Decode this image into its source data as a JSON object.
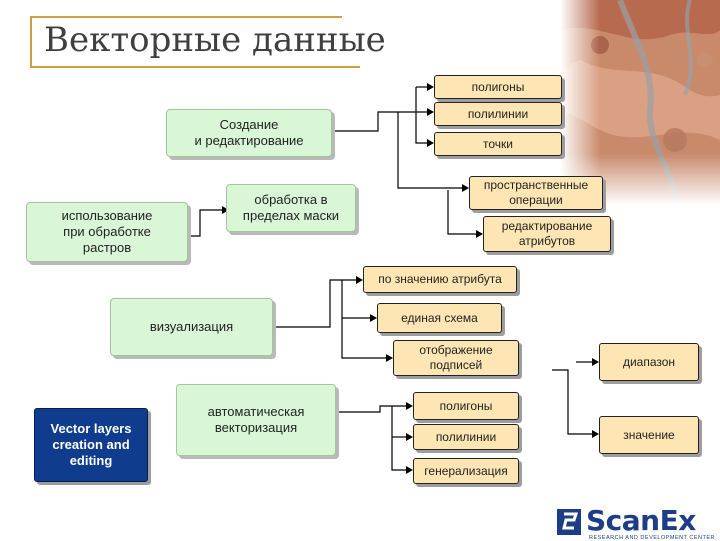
{
  "title": "Векторные данные",
  "nodes": {
    "creation": "Создание\nи редактирование",
    "raster_use": "использование\nпри обработке\nрастров",
    "mask": "обработка в\nпределах маски",
    "visualization": "визуализация",
    "vectorization": "автоматическая\nвекторизация",
    "vector_layers": "Vector layers\ncreation and\nediting",
    "polygons": "полигоны",
    "polylines": "полилинии",
    "points": "точки",
    "spatial_ops": "пространственные\nоперации",
    "attr_edit": "редактирование\nатрибутов",
    "by_attr_value": "по значению атрибута",
    "single_scheme": "единая схема",
    "label_display": "отображение\nподписей",
    "range": "диапазон",
    "value": "значение",
    "polygons_2": "полигоны",
    "polylines_2": "полилинии",
    "generalization": "генерализация"
  },
  "logo": {
    "name": "ScanEx",
    "tagline": "RESEARCH AND DEVELOPMENT CENTER"
  },
  "colors": {
    "green_fill": "#d9f6d6",
    "orange_fill": "#fde6b4",
    "blue_fill": "#0f3c8c",
    "accent_line": "#c9a24a"
  }
}
